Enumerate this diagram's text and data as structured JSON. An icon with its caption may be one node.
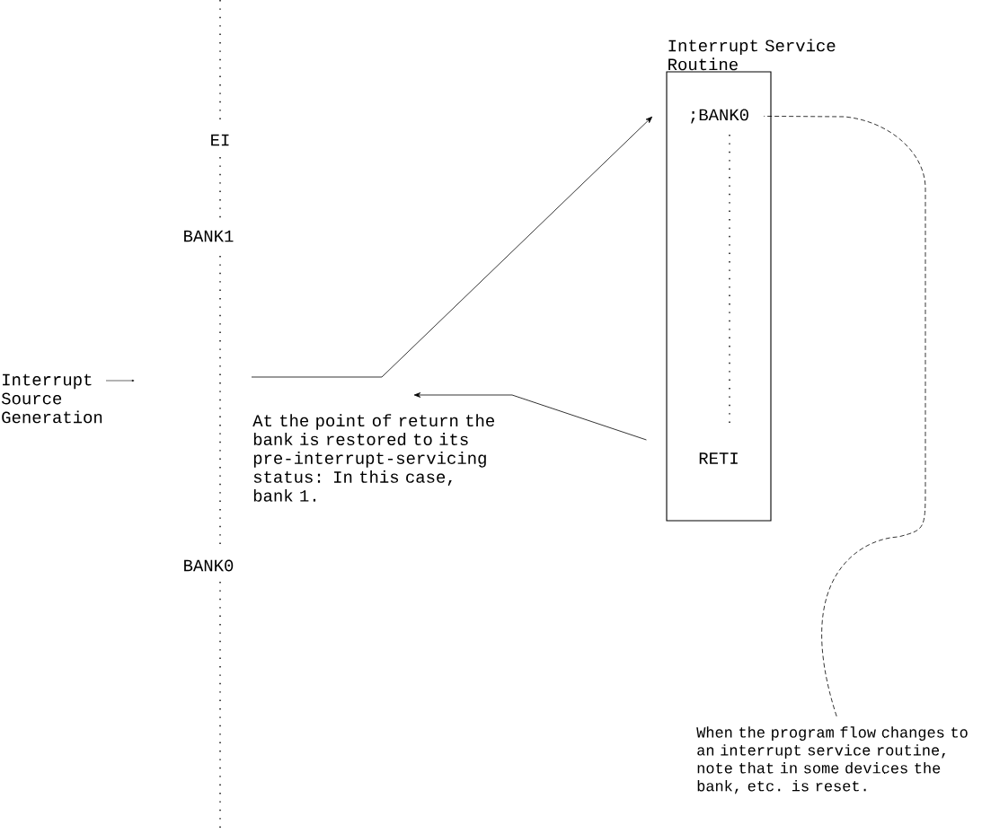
{
  "diagram": {
    "nodes": [
      {
        "text": [
          "Interrupt Service Routine"
        ]
      },
      {
        "text": [
          ";BANK0"
        ],
        "in": 0
      },
      {
        "text": [
          "RETI"
        ],
        "in": 0
      },
      {
        "text": [
          "When the program flow changes to an interrupt service routine, note that in some devices the bank, etc. is reset."
        ]
      }
    ],
    "edges": [
      {
        "from": null,
        "to": 0,
        "arrow": "to"
      },
      {
        "from": 0,
        "to": null,
        "arrow": "to"
      },
      {
        "from": 3,
        "to": 1,
        "arrow": "none",
        "style": "dashed"
      }
    ],
    "labels": [
      "EI",
      "BANK1",
      "Interrupt Source Generation",
      "At the point of return the bank is restored to its pre-interrupt-servicing status:  In this case, bank 1.",
      "BANK0"
    ]
  }
}
